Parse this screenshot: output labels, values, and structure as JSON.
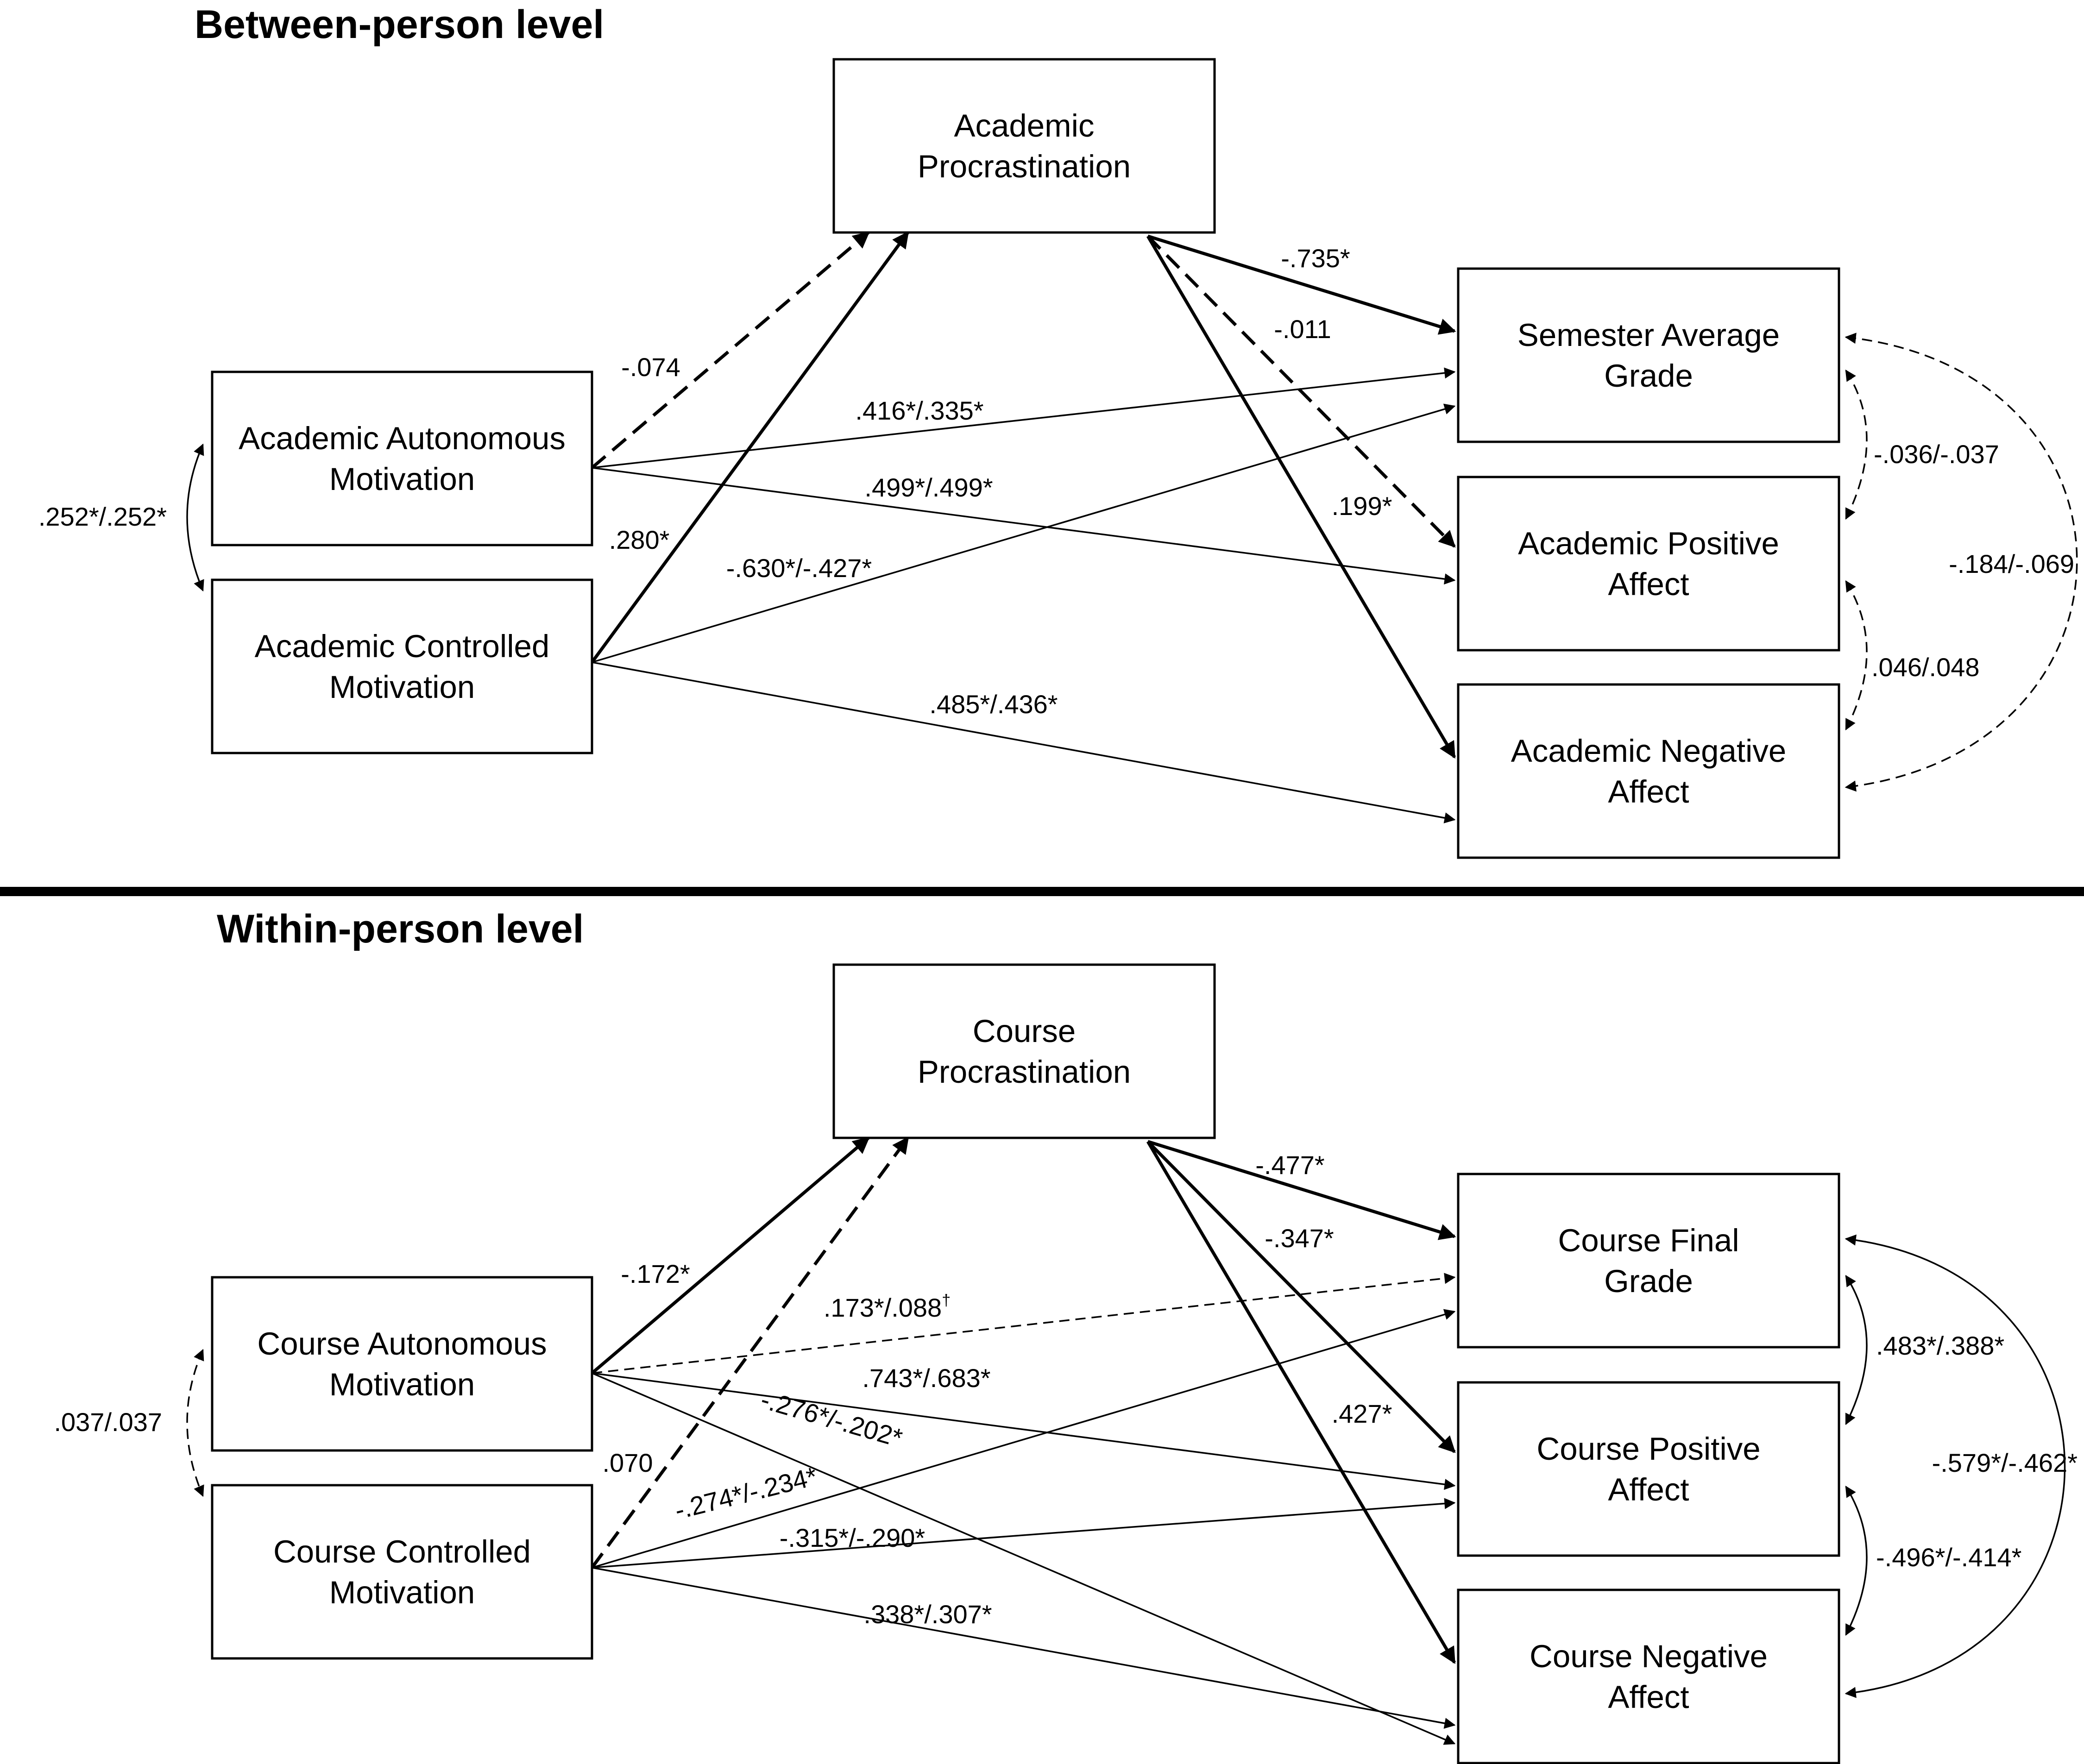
{
  "between": {
    "heading": "Between-person level",
    "nodes": {
      "procrastination": [
        "Academic",
        "Procrastination"
      ],
      "autonomous": [
        "Academic Autonomous",
        "Motivation"
      ],
      "controlled": [
        "Academic Controlled",
        "Motivation"
      ],
      "grade": [
        "Semester Average",
        "Grade"
      ],
      "positive": [
        "Academic Positive",
        "Affect"
      ],
      "negative": [
        "Academic Negative",
        "Affect"
      ]
    },
    "paths": [
      {
        "from": "autonomous",
        "to": "procrastination",
        "label": "-.074",
        "style": "dashed",
        "weight": "thick"
      },
      {
        "from": "controlled",
        "to": "procrastination",
        "label": ".280*",
        "style": "solid",
        "weight": "thick"
      },
      {
        "from": "procrastination",
        "to": "grade",
        "label": "-.735*",
        "style": "solid",
        "weight": "thick"
      },
      {
        "from": "procrastination",
        "to": "positive",
        "label": "-.011",
        "style": "dashed",
        "weight": "thick"
      },
      {
        "from": "procrastination",
        "to": "negative",
        "label": ".199*",
        "style": "solid",
        "weight": "thick"
      },
      {
        "from": "autonomous",
        "to": "grade",
        "label": ".416*/.335*",
        "style": "solid",
        "weight": "thin"
      },
      {
        "from": "autonomous",
        "to": "positive",
        "label": ".499*/.499*",
        "style": "solid",
        "weight": "thin"
      },
      {
        "from": "controlled",
        "to": "grade",
        "label": "-.630*/-.427*",
        "style": "solid",
        "weight": "thin"
      },
      {
        "from": "controlled",
        "to": "negative",
        "label": ".485*/.436*",
        "style": "solid",
        "weight": "thin"
      }
    ],
    "covariances": [
      {
        "between": [
          "autonomous",
          "controlled"
        ],
        "label": ".252*/.252*",
        "style": "solid"
      },
      {
        "between": [
          "grade",
          "positive"
        ],
        "label": "-.036/-.037",
        "style": "dashed"
      },
      {
        "between": [
          "positive",
          "negative"
        ],
        "label": ".046/.048",
        "style": "dashed"
      },
      {
        "between": [
          "grade",
          "negative"
        ],
        "label": "-.184/-.069",
        "style": "dashed"
      }
    ]
  },
  "within": {
    "heading": "Within-person level",
    "nodes": {
      "procrastination": [
        "Course",
        "Procrastination"
      ],
      "autonomous": [
        "Course Autonomous",
        "Motivation"
      ],
      "controlled": [
        "Course Controlled",
        "Motivation"
      ],
      "grade": [
        "Course Final",
        "Grade"
      ],
      "positive": [
        "Course Positive",
        "Affect"
      ],
      "negative": [
        "Course Negative",
        "Affect"
      ]
    },
    "paths": [
      {
        "from": "autonomous",
        "to": "procrastination",
        "label": "-.172*",
        "style": "solid",
        "weight": "thick"
      },
      {
        "from": "controlled",
        "to": "procrastination",
        "label": ".070",
        "style": "dashed",
        "weight": "thick"
      },
      {
        "from": "procrastination",
        "to": "grade",
        "label": "-.477*",
        "style": "solid",
        "weight": "thick"
      },
      {
        "from": "procrastination",
        "to": "positive",
        "label": "-.347*",
        "style": "solid",
        "weight": "thick"
      },
      {
        "from": "procrastination",
        "to": "negative",
        "label": ".427*",
        "style": "solid",
        "weight": "thick"
      },
      {
        "from": "autonomous",
        "to": "grade",
        "label": ".173*/.088",
        "label_sup": "†",
        "style": "dashed",
        "weight": "thin"
      },
      {
        "from": "autonomous",
        "to": "positive",
        "label": ".743*/.683*",
        "style": "solid",
        "weight": "thin"
      },
      {
        "from": "autonomous",
        "to": "negative",
        "label": "-.276*/-.202*",
        "style": "solid",
        "weight": "thin"
      },
      {
        "from": "controlled",
        "to": "grade",
        "label": "-.274*/-.234*",
        "style": "solid",
        "weight": "thin"
      },
      {
        "from": "controlled",
        "to": "positive",
        "label": "-.315*/-.290*",
        "style": "solid",
        "weight": "thin"
      },
      {
        "from": "controlled",
        "to": "negative",
        "label": ".338*/.307*",
        "style": "solid",
        "weight": "thin"
      }
    ],
    "covariances": [
      {
        "between": [
          "autonomous",
          "controlled"
        ],
        "label": ".037/.037",
        "style": "dashed"
      },
      {
        "between": [
          "grade",
          "positive"
        ],
        "label": ".483*/.388*",
        "style": "solid"
      },
      {
        "between": [
          "positive",
          "negative"
        ],
        "label": "-.496*/-.414*",
        "style": "solid"
      },
      {
        "between": [
          "grade",
          "negative"
        ],
        "label": "-.579*/-.462*",
        "style": "solid"
      }
    ]
  }
}
